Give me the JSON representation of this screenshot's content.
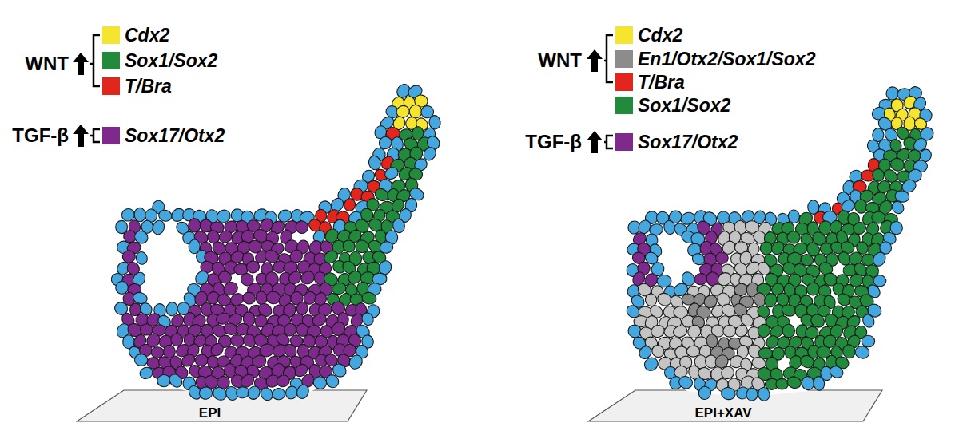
{
  "diagram": {
    "nodes": [
      {
        "text": [
          "EPI"
        ]
      },
      {
        "text": [
          "EPI+XAV"
        ]
      }
    ],
    "labels": [
      "WNT",
      "TGF-β",
      "WNT",
      "TGF-β"
    ],
    "legend": [
      {
        "text": "Cdx2",
        "color": "#f6e52e"
      },
      {
        "text": "Sox1/Sox2",
        "color": "#218a3c"
      },
      {
        "text": "T/Bra",
        "color": "#e2251d"
      },
      {
        "text": "Sox17/Otx2",
        "color": "#7d2a8c"
      },
      {
        "text": "Cdx2",
        "color": "#f6e52e"
      },
      {
        "text": "En1/Otx2/Sox1/Sox2",
        "color": "#8c8c8c"
      },
      {
        "text": "T/Bra",
        "color": "#e2251d"
      },
      {
        "text": "Sox1/Sox2",
        "color": "#218a3c"
      },
      {
        "text": "Sox17/Otx2",
        "color": "#7d2a8c"
      }
    ]
  }
}
